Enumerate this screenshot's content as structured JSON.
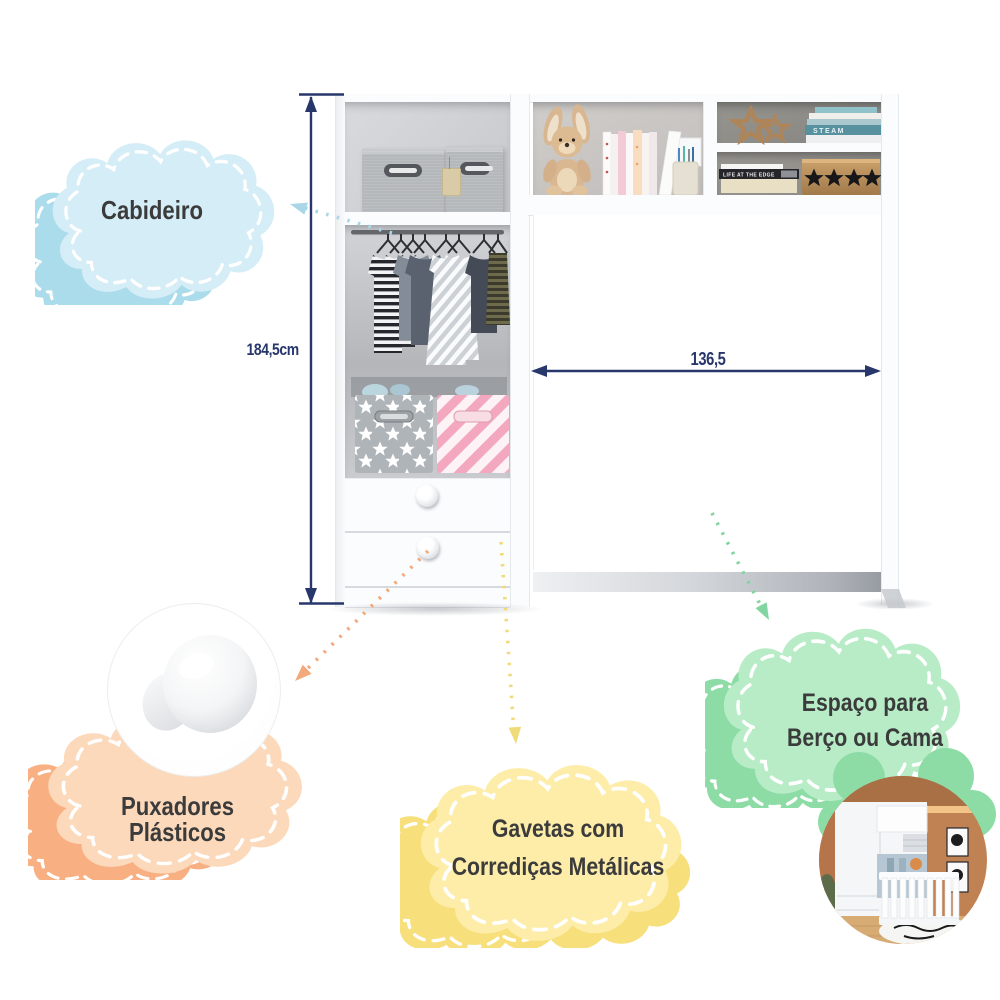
{
  "scene": {
    "background": "#ffffff"
  },
  "dimensions": {
    "color": "#27376b",
    "height": {
      "label": "184,5cm"
    },
    "width": {
      "label": "136,5"
    }
  },
  "callouts": {
    "cabideiro": {
      "label": "Cabideiro",
      "fill": "#d5edf6",
      "fill_dark": "#abdcec",
      "arrow_color": "#aad7e6",
      "text_color": "#3b3b3b"
    },
    "puxadores": {
      "label": "Puxadores Plásticos",
      "fill": "#fcd9ba",
      "fill_dark": "#f8b083",
      "arrow_color": "#f2a97b",
      "text_color": "#3b3b3b"
    },
    "gavetas": {
      "label_line1": "Gavetas com",
      "label_line2": "Corrediças Metálicas",
      "fill": "#fdeda9",
      "fill_dark": "#f7df7c",
      "arrow_color": "#f0db7a",
      "text_color": "#3b3b3b"
    },
    "espaco": {
      "label_line1": "Espaço para",
      "label_line2": "Berço ou Cama",
      "fill": "#b7ecc7",
      "fill_dark": "#8ddca6",
      "arrow_color": "#82d5a0",
      "text_color": "#3b3b3b"
    }
  },
  "shelf_items": {
    "book_spine_steam": "STEAM",
    "book_spine_life": "LIFE AT THE EDGE"
  }
}
